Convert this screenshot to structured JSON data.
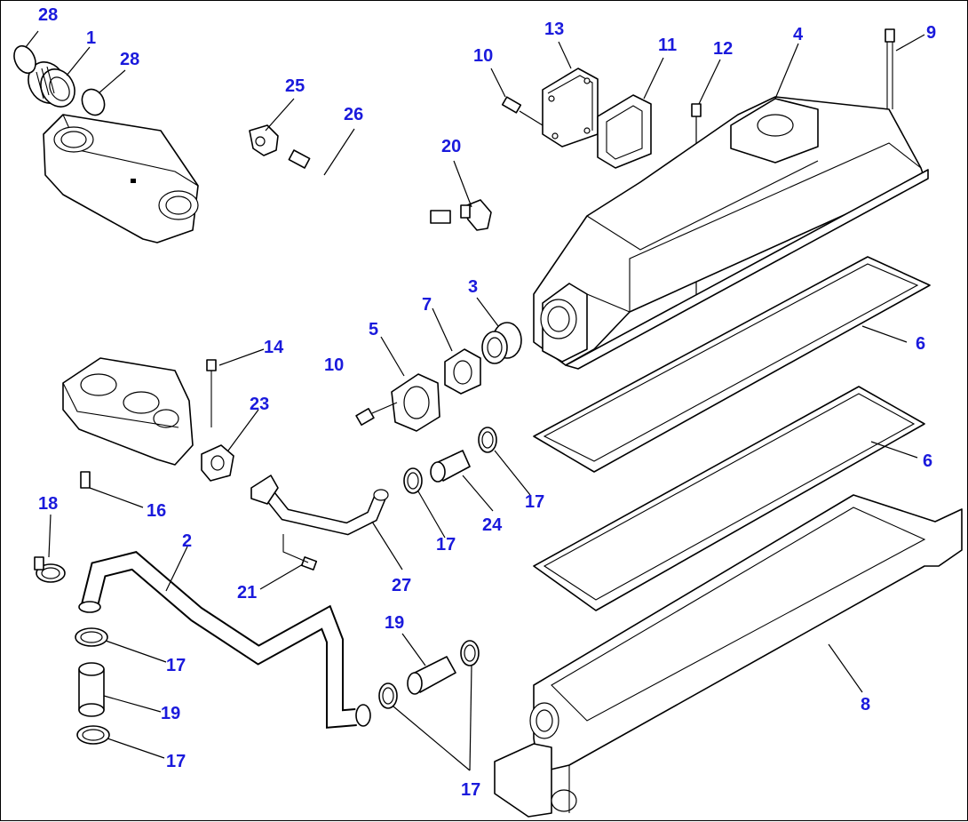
{
  "diagram": {
    "type": "exploded-parts-view",
    "callout_color": "#1a1adc",
    "line_color": "#000000"
  },
  "labels": [
    {
      "id": "lbl-28a",
      "text": "28"
    },
    {
      "id": "lbl-1",
      "text": "1"
    },
    {
      "id": "lbl-28b",
      "text": "28"
    },
    {
      "id": "lbl-25",
      "text": "25"
    },
    {
      "id": "lbl-26",
      "text": "26"
    },
    {
      "id": "lbl-20",
      "text": "20"
    },
    {
      "id": "lbl-10a",
      "text": "10"
    },
    {
      "id": "lbl-13",
      "text": "13"
    },
    {
      "id": "lbl-11",
      "text": "11"
    },
    {
      "id": "lbl-12",
      "text": "12"
    },
    {
      "id": "lbl-4",
      "text": "4"
    },
    {
      "id": "lbl-9",
      "text": "9"
    },
    {
      "id": "lbl-3",
      "text": "3"
    },
    {
      "id": "lbl-7",
      "text": "7"
    },
    {
      "id": "lbl-5",
      "text": "5"
    },
    {
      "id": "lbl-10b",
      "text": "10"
    },
    {
      "id": "lbl-6a",
      "text": "6"
    },
    {
      "id": "lbl-6b",
      "text": "6"
    },
    {
      "id": "lbl-14",
      "text": "14"
    },
    {
      "id": "lbl-23",
      "text": "23"
    },
    {
      "id": "lbl-16",
      "text": "16"
    },
    {
      "id": "lbl-18",
      "text": "18"
    },
    {
      "id": "lbl-2",
      "text": "2"
    },
    {
      "id": "lbl-17a",
      "text": "17"
    },
    {
      "id": "lbl-17b",
      "text": "17"
    },
    {
      "id": "lbl-24",
      "text": "24"
    },
    {
      "id": "lbl-27",
      "text": "27"
    },
    {
      "id": "lbl-21",
      "text": "21"
    },
    {
      "id": "lbl-19a",
      "text": "19"
    },
    {
      "id": "lbl-17c",
      "text": "17"
    },
    {
      "id": "lbl-19b",
      "text": "19"
    },
    {
      "id": "lbl-17d",
      "text": "17"
    },
    {
      "id": "lbl-17e",
      "text": "17"
    },
    {
      "id": "lbl-8",
      "text": "8"
    }
  ]
}
